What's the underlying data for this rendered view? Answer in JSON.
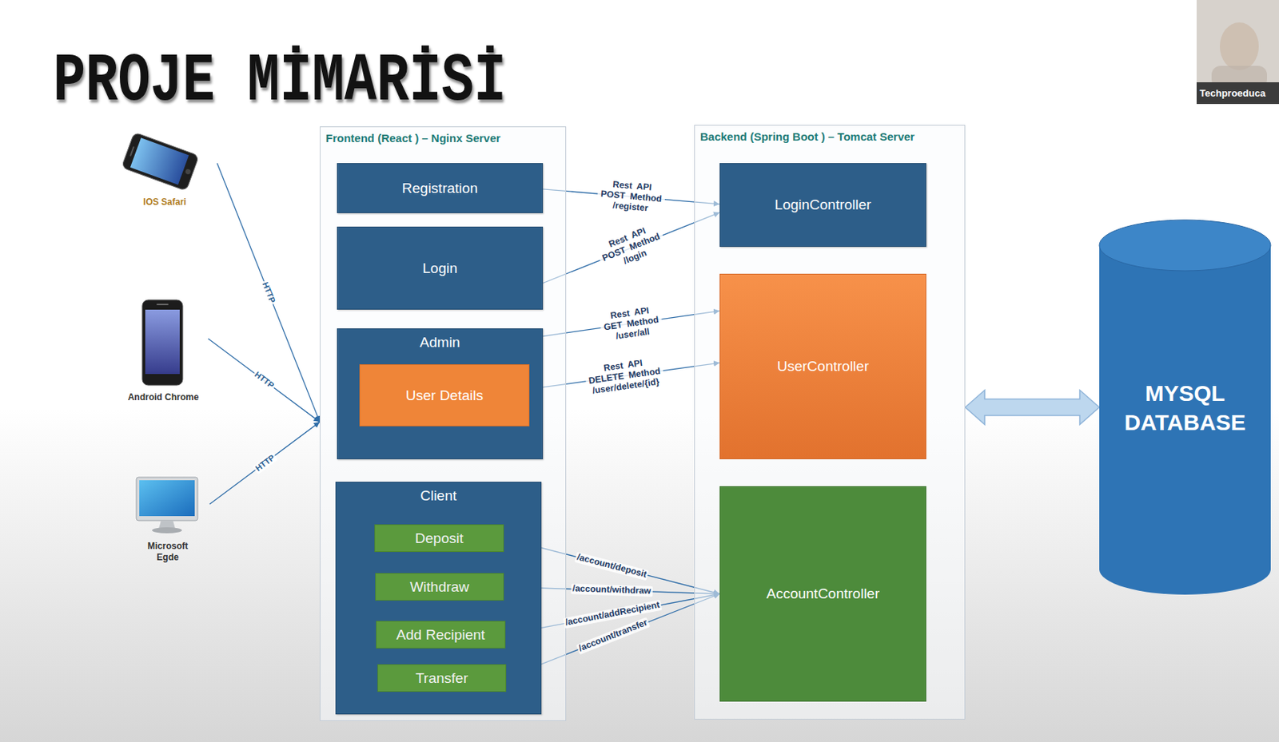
{
  "diagram": {
    "title": "PROJE MİMARİSİ",
    "nodes": [
      {
        "text": [
          "IOS Safari"
        ]
      },
      {
        "text": [
          "Android Chrome"
        ]
      },
      {
        "text": [
          "Microsoft Egde"
        ]
      },
      {
        "text": [
          "Frontend (React ) – Nginx Server"
        ]
      },
      {
        "text": [
          "Registration"
        ],
        "in": 3
      },
      {
        "text": [
          "Login"
        ],
        "in": 3
      },
      {
        "text": [
          "Admin"
        ],
        "in": 3
      },
      {
        "text": [
          "User Details"
        ],
        "in": 6
      },
      {
        "text": [
          "Client"
        ],
        "in": 3
      },
      {
        "text": [
          "Deposit"
        ],
        "in": 8
      },
      {
        "text": [
          "Withdraw"
        ],
        "in": 8
      },
      {
        "text": [
          "Add Recipient"
        ],
        "in": 8
      },
      {
        "text": [
          "Transfer"
        ],
        "in": 8
      },
      {
        "text": [
          "Backend (Spring Boot ) – Tomcat Server"
        ]
      },
      {
        "text": [
          "LoginController"
        ],
        "in": 13
      },
      {
        "text": [
          "UserController"
        ],
        "in": 13
      },
      {
        "text": [
          "AccountController"
        ],
        "in": 13
      },
      {
        "text": [
          "MYSQL DATABASE"
        ]
      }
    ],
    "edges": [
      {
        "from": 0,
        "to": 3,
        "arrow": "to",
        "label": "HTTP"
      },
      {
        "from": 1,
        "to": 3,
        "arrow": "to",
        "label": "HTTP"
      },
      {
        "from": 2,
        "to": 3,
        "arrow": "to",
        "label": "HTTP"
      },
      {
        "from": 4,
        "to": 14,
        "arrow": "to",
        "label": "Rest API POST Method /register"
      },
      {
        "from": 5,
        "to": 14,
        "arrow": "to",
        "label": "Rest API POST Method /login"
      },
      {
        "from": 6,
        "to": 15,
        "arrow": "to",
        "label": "Rest API GET Method /user/all"
      },
      {
        "from": 7,
        "to": 15,
        "arrow": "to",
        "label": "Rest API DELETE Method /user/delete/{id}"
      },
      {
        "from": 9,
        "to": 16,
        "arrow": "to",
        "label": "/account/deposit"
      },
      {
        "from": 10,
        "to": 16,
        "arrow": "to",
        "label": "/account/withdraw"
      },
      {
        "from": 11,
        "to": 16,
        "arrow": "to",
        "label": "/account/addRecipient"
      },
      {
        "from": 12,
        "to": 16,
        "arrow": "to",
        "label": "/account/transfer"
      },
      {
        "from": 13,
        "to": 17,
        "arrow": "both"
      }
    ],
    "labels": [
      "Techproeduca"
    ]
  }
}
